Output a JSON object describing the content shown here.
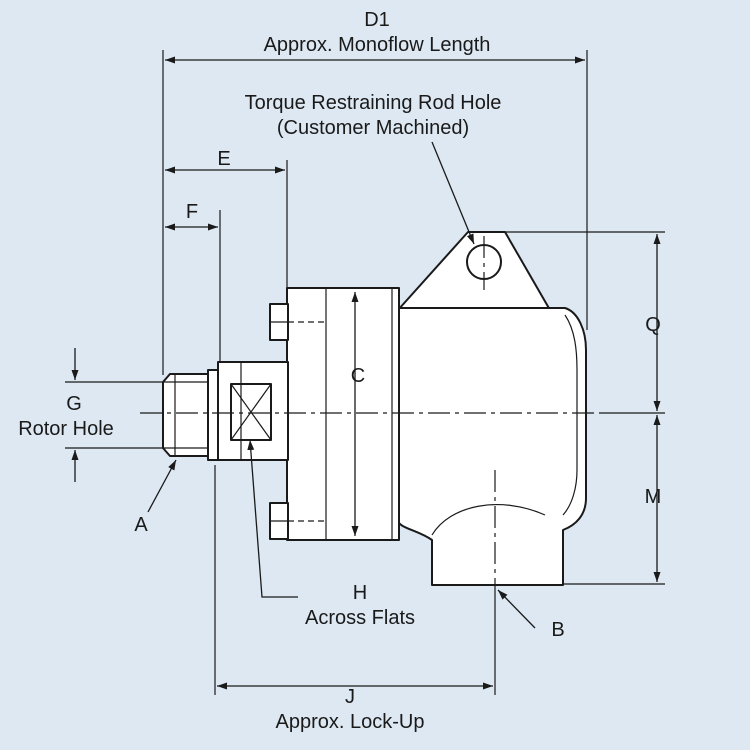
{
  "labels": {
    "d1": "D1",
    "d1_desc": "Approx. Monoflow Length",
    "torque_line1": "Torque Restraining Rod Hole",
    "torque_line2": "(Customer Machined)",
    "e": "E",
    "f": "F",
    "c": "C",
    "g": "G",
    "rotor_hole": "Rotor Hole",
    "a": "A",
    "h": "H",
    "h_desc": "Across Flats",
    "b": "B",
    "q": "Q",
    "m": "M",
    "j": "J",
    "j_desc": "Approx. Lock-Up"
  },
  "colors": {
    "background": "#dde8f2",
    "line": "#1a1a1a",
    "part_fill": "#ffffff"
  }
}
